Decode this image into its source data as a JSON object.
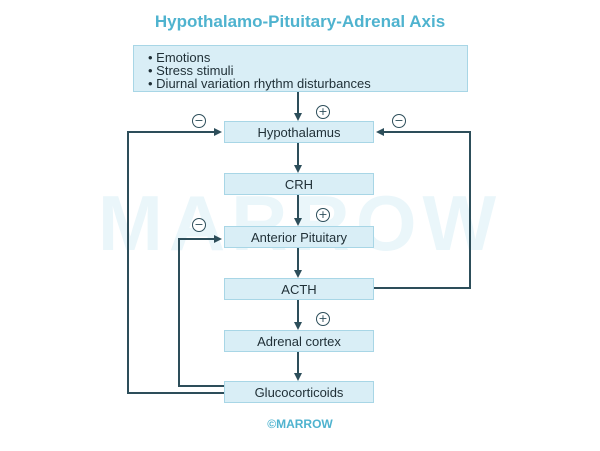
{
  "title": "Hypothalamo-Pituitary-Adrenal Axis",
  "watermark": "MARROW",
  "stimuli": [
    "Emotions",
    "Stress stimuli",
    "Diurnal variation rhythm disturbances"
  ],
  "nodes": {
    "hypothalamus": "Hypothalamus",
    "crh": "CRH",
    "anterior_pituitary": "Anterior Pituitary",
    "acth": "ACTH",
    "adrenal_cortex": "Adrenal cortex",
    "glucocorticoids": "Glucocorticoids"
  },
  "signs": {
    "plus": "+",
    "minus": "−"
  },
  "footer": "©MARROW",
  "colors": {
    "title": "#4fb3cf",
    "box_fill": "#d9eef6",
    "arrow": "#2d4e5a"
  }
}
